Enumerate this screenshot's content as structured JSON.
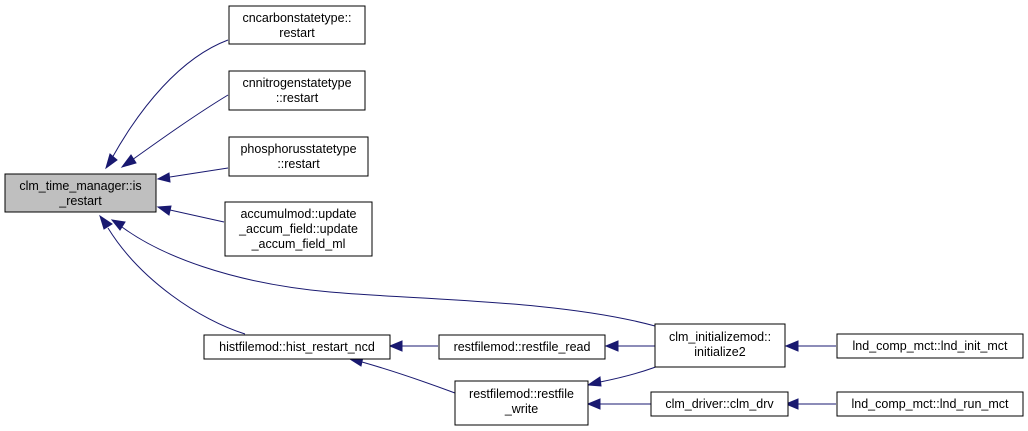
{
  "graph": {
    "nodes": {
      "is_restart": [
        "clm_time_manager::is",
        "_restart"
      ],
      "cncarbon": [
        "cncarbonstatetype::",
        "restart"
      ],
      "cnnitrogen": [
        "cnnitrogenstatetype",
        "::restart"
      ],
      "phosphorus": [
        "phosphorusstatetype",
        "::restart"
      ],
      "accumul": [
        "accumulmod::update",
        "_accum_field::update",
        "_accum_field_ml"
      ],
      "hist_restart": [
        "histfilemod::hist_restart_ncd"
      ],
      "restfile_read": [
        "restfilemod::restfile_read"
      ],
      "restfile_write": [
        "restfilemod::restfile",
        "_write"
      ],
      "initialize2": [
        "clm_initializemod::",
        "initialize2"
      ],
      "clm_drv": [
        "clm_driver::clm_drv"
      ],
      "lnd_init": [
        "lnd_comp_mct::lnd_init_mct"
      ],
      "lnd_run": [
        "lnd_comp_mct::lnd_run_mct"
      ]
    },
    "root_color": "#bfbfbf",
    "edge_color": "#191970"
  }
}
